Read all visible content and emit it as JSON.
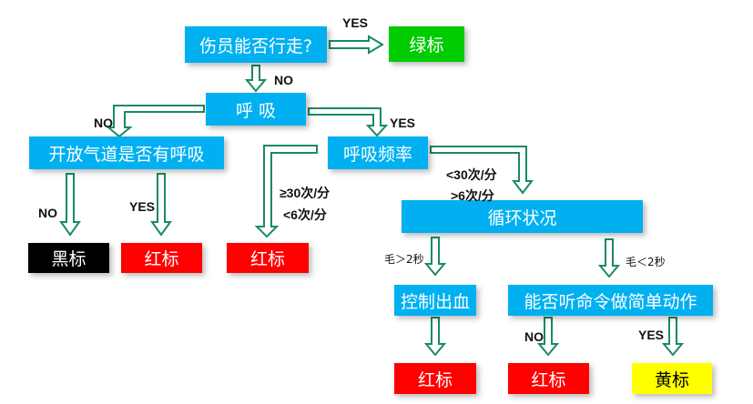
{
  "colors": {
    "decision_box": "#00B0F0",
    "green_tag": "#00CC00",
    "red_tag": "#FF0000",
    "black_tag": "#000000",
    "yellow_tag": "#FFFF00",
    "arrow": "#1A8A60"
  },
  "nodes": {
    "can_walk": "伤员能否行走?",
    "green_tag": "绿标",
    "breathing": "呼 吸",
    "open_airway": "开放气道是否有呼吸",
    "resp_rate": "呼吸频率",
    "circulation": "循环状况",
    "black_tag": "黑标",
    "red_tag_airway": "红标",
    "red_tag_rate": "红标",
    "control_bleeding": "控制出血",
    "follow_commands": "能否听命令做简单动作",
    "red_tag_bleeding": "红标",
    "red_tag_commands": "红标",
    "yellow_tag": "黄标"
  },
  "edge_labels": {
    "walk_yes": "YES",
    "walk_no": "NO",
    "breath_no": "NO",
    "breath_yes": "YES",
    "airway_no": "NO",
    "airway_yes": "YES",
    "rate_high_1": "≥30次/分",
    "rate_high_2": "<6次/分",
    "rate_normal_1": "<30次/分",
    "rate_normal_2": ">6次/分",
    "cap_gt2": "毛＞2秒",
    "cap_lt2": "毛＜2秒",
    "cmd_no": "NO",
    "cmd_yes": "YES"
  }
}
